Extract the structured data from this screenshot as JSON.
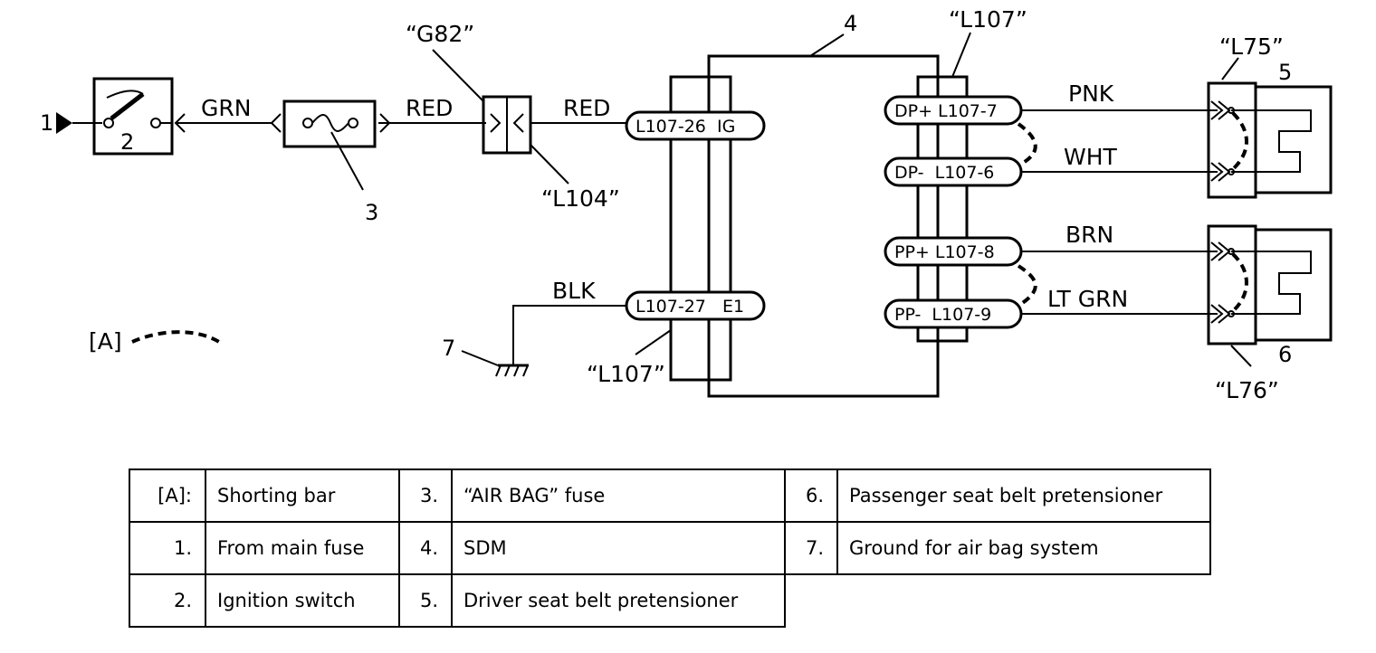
{
  "diagram": {
    "wires": {
      "grn": "GRN",
      "red_fuse": "RED",
      "red_sdm": "RED",
      "blk": "BLK",
      "pnk": "PNK",
      "wht": "WHT",
      "brn": "BRN",
      "lt_grn": "LT GRN"
    },
    "connectors": {
      "g82": "“G82”",
      "l104": "“L104”",
      "l107_top": "“L107”",
      "l107_bottom": "“L107”",
      "l75": "“L75”",
      "l76": "“L76”"
    },
    "pins": {
      "ig": "L107-26  IG",
      "e1": "L107-27   E1",
      "dp_plus": "DP+ L107-7",
      "dp_minus": "DP-  L107-6",
      "pp_plus": "PP+ L107-8",
      "pp_minus": "PP-  L107-9"
    },
    "callouts": {
      "n1": "1",
      "n2": "2",
      "n3": "3",
      "n4": "4",
      "n5": "5",
      "n6": "6",
      "n7": "7",
      "shorting_bar": "[A]"
    }
  },
  "legend": {
    "rows": [
      [
        {
          "key": "[A]:",
          "value": "Shorting bar"
        },
        {
          "key": "3.",
          "value": "“AIR BAG” fuse"
        },
        {
          "key": "6.",
          "value": "Passenger seat belt pretensioner"
        }
      ],
      [
        {
          "key": "1.",
          "value": "From main fuse"
        },
        {
          "key": "4.",
          "value": "SDM"
        },
        {
          "key": "7.",
          "value": "Ground for air bag system"
        }
      ],
      [
        {
          "key": "2.",
          "value": "Ignition switch"
        },
        {
          "key": "5.",
          "value": "Driver seat belt pretensioner"
        }
      ]
    ]
  }
}
